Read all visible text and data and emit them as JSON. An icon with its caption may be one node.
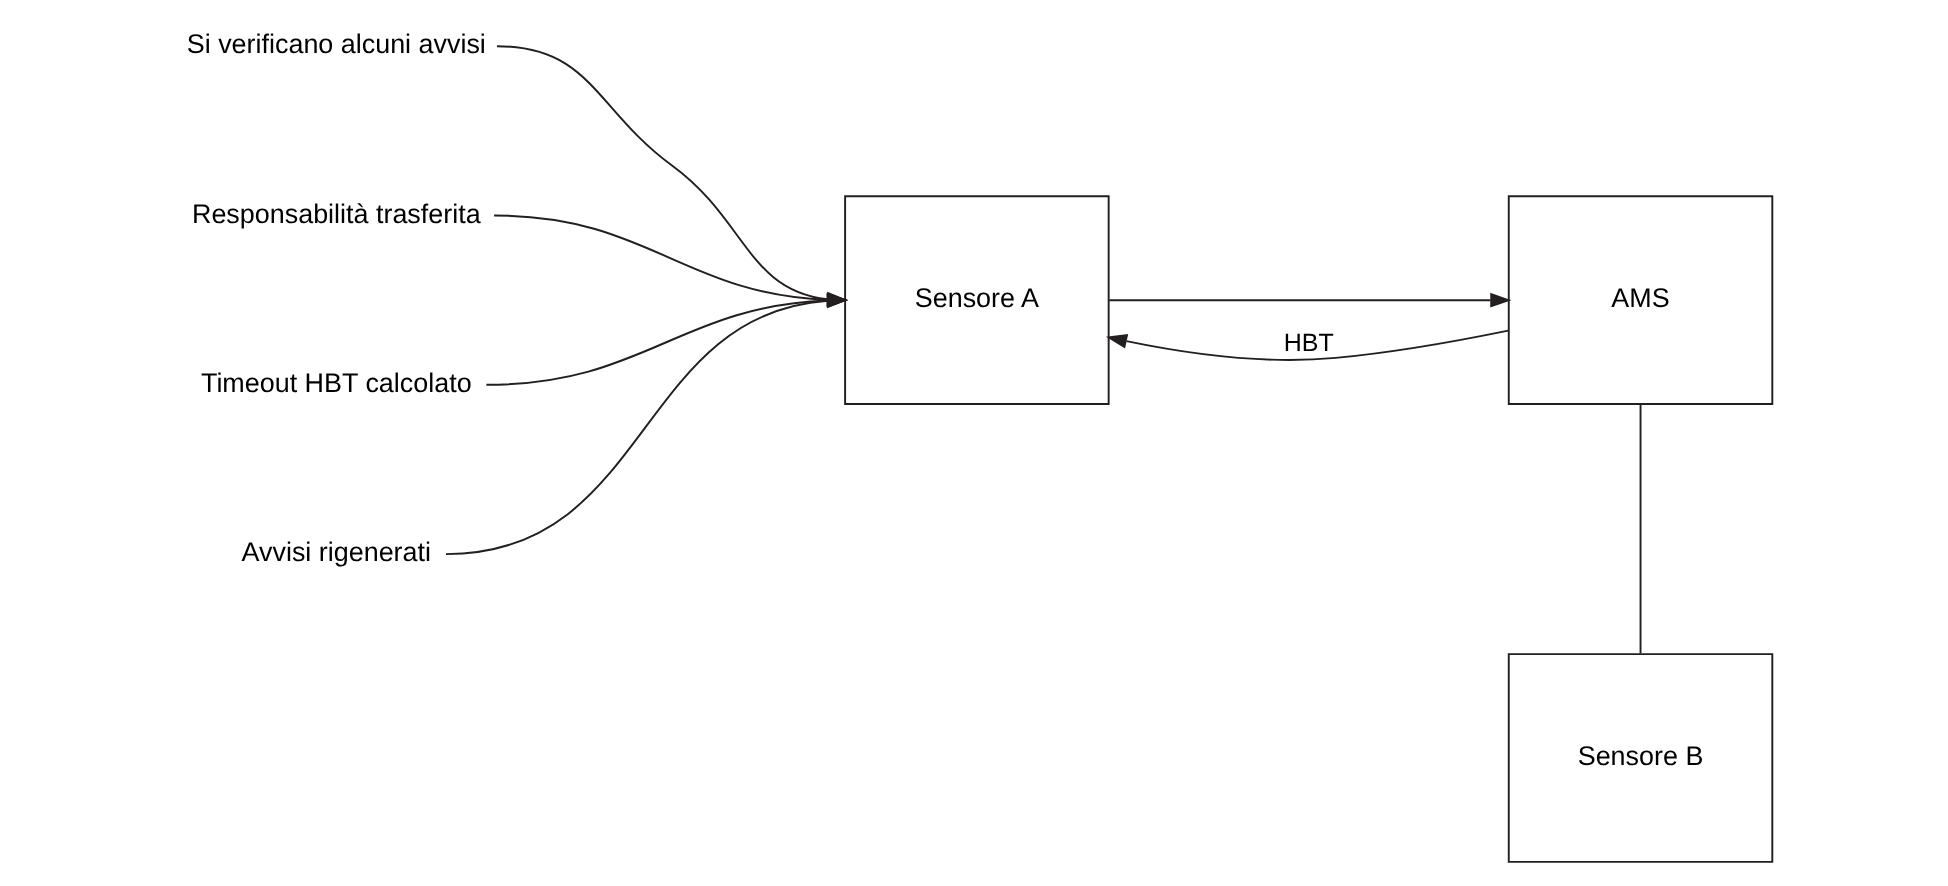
{
  "diagram": {
    "nodes": [
      {
        "text": [
          "Si verificano alcuni avvisi"
        ]
      },
      {
        "text": [
          "Responsabilità trasferita"
        ]
      },
      {
        "text": [
          "Timeout HBT calcolato"
        ]
      },
      {
        "text": [
          "Avvisi rigenerati"
        ]
      },
      {
        "text": [
          "Sensore A"
        ]
      },
      {
        "text": [
          "AMS"
        ]
      },
      {
        "text": [
          "Sensore B"
        ]
      }
    ],
    "edges": [
      {
        "from": 0,
        "to": 4,
        "arrow": "to"
      },
      {
        "from": 1,
        "to": 4,
        "arrow": "to"
      },
      {
        "from": 2,
        "to": 4,
        "arrow": "to"
      },
      {
        "from": 3,
        "to": 4,
        "arrow": "to"
      },
      {
        "from": 4,
        "to": 5,
        "arrow": "to"
      },
      {
        "from": 5,
        "to": 4,
        "arrow": "to",
        "label": "HBT"
      },
      {
        "from": 5,
        "to": 6,
        "arrow": "none"
      }
    ]
  }
}
